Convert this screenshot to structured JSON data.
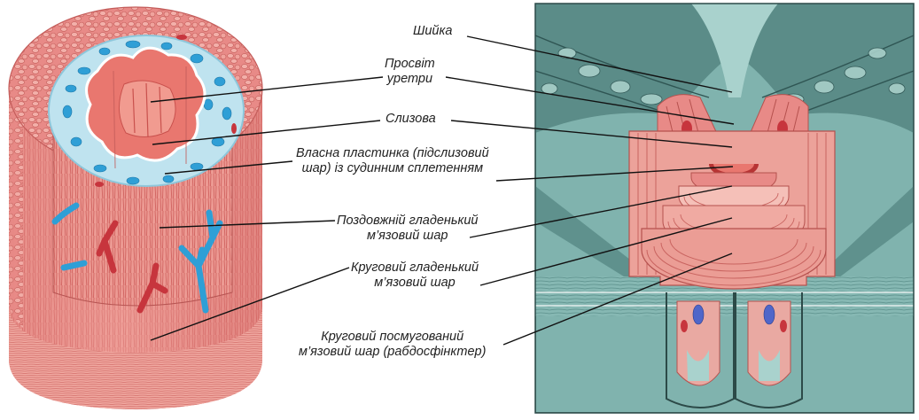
{
  "labels": {
    "neck": "Шийка",
    "lumen": [
      "Просвіт",
      "уретри"
    ],
    "mucosa": "Слизова",
    "lamina_propria": [
      "Власна пластинка (підслизовий",
      "шар) із судинним сплетенням"
    ],
    "longitudinal_muscle": [
      "Поздовжній гладенький",
      "м’язовий шар"
    ],
    "circular_muscle": [
      "Круговий гладенький",
      "м’язовий шар"
    ],
    "striated_muscle": [
      "Круговий посмугований",
      "м’язовий шар (рабдосфінктер)"
    ]
  },
  "colors": {
    "muscle_pink": "#e88a87",
    "muscle_light": "#f4b3ad",
    "muscle_dark": "#c75e5e",
    "vessel_blue": "#2f9fd6",
    "vessel_red": "#c7353d",
    "panel_teal": "#7fb2ae",
    "panel_dark": "#3d6a67"
  }
}
